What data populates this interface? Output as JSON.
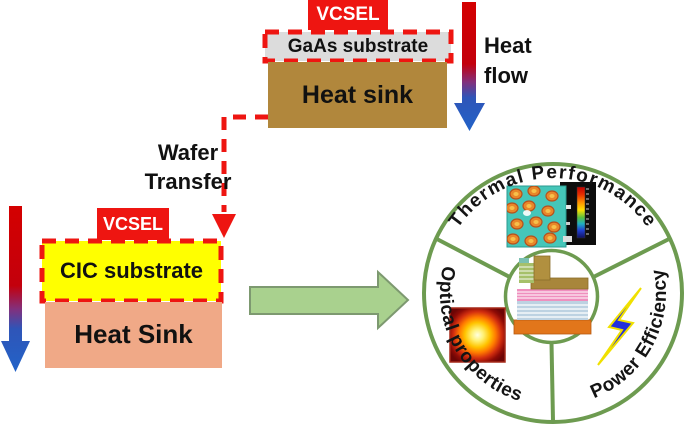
{
  "figure": {
    "top_assembly": {
      "chip_label": "VCSEL",
      "substrate_label": "GaAs substrate",
      "heatsink_label": "Heat sink"
    },
    "bottom_assembly": {
      "chip_label": "VCSEL",
      "substrate_label": "CIC substrate",
      "heatsink_label": "Heat Sink"
    },
    "heat_flow_label": {
      "line1": "Heat",
      "line2": "flow"
    },
    "wafer_transfer_label": {
      "line1": "Wafer",
      "line2": "Transfer"
    },
    "wheel": {
      "sector_top_label": "Thermal Performance",
      "sector_left_label": "Optical properties",
      "sector_right_label": "Power Efficiency"
    },
    "icons": {
      "thermal_map": "thermal-camera-map-image",
      "device_stack": "vcsel-layer-structure-image",
      "beam_profile": "optical-beam-profile-image",
      "lightning": "lightning-bolt-icon"
    },
    "colors": {
      "vcsel_red": "#ee1511",
      "gaas_gray": "#dcdcdc",
      "heatsink_top_brown": "#b1873c",
      "cic_yellow": "#ffff00",
      "heatsink_bottom_salmon": "#f0a987",
      "wheel_green": "#6d9b50",
      "result_arrow_green": "#a9d18e",
      "bolt_blue": "#2230dd",
      "heat_arrow_top": "#d40000",
      "heat_arrow_bottom": "#2263c8"
    }
  }
}
